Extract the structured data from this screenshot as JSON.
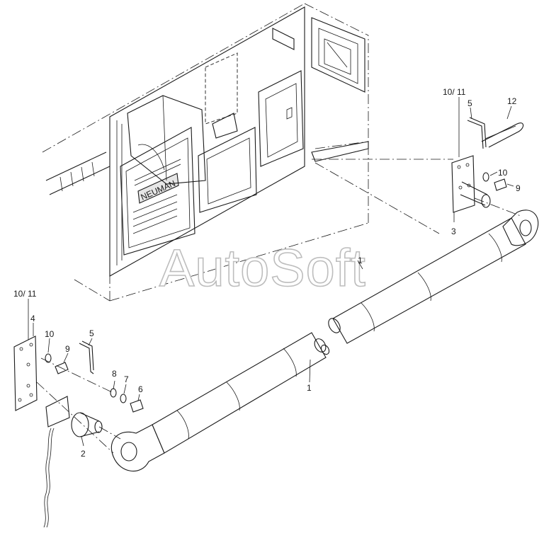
{
  "watermark": "AutoSoft",
  "enclosure": {
    "nameplate": "NEUMAN"
  },
  "callouts": {
    "c1_top": "1",
    "c1_bottom": "1",
    "c2": "2",
    "c3": "3",
    "c4": "4",
    "c5_left": "5",
    "c5_right": "5",
    "c6": "6",
    "c7": "7",
    "c8": "8",
    "c9_left": "9",
    "c9_right": "9",
    "c10_left": "10",
    "c10_right": "10",
    "c10_11_left": "10/ 11",
    "c10_11_right": "10/ 11",
    "c12": "12"
  }
}
